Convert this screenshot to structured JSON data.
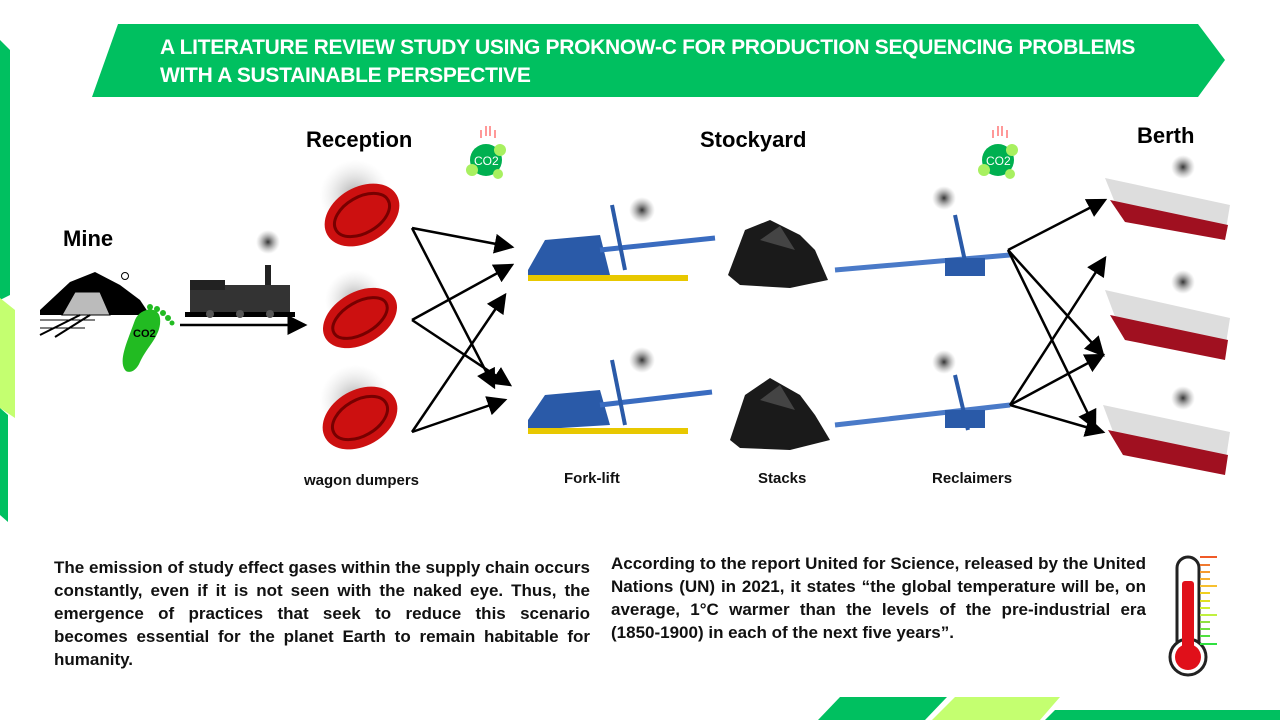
{
  "title": {
    "line1": "A LITERATURE REVIEW STUDY USING PROKNOW-C FOR PRODUCTION SEQUENCING PROBLEMS",
    "line2": "WITH A SUSTAINABLE PERSPECTIVE"
  },
  "stages": {
    "mine": "Mine",
    "reception": "Reception",
    "stockyard": "Stockyard",
    "berth": "Berth"
  },
  "captions": {
    "wagon_dumpers": "wagon dumpers",
    "fork_lift": "Fork-lift",
    "stacks": "Stacks",
    "reclaimers": "Reclaimers"
  },
  "co2_label": "CO2",
  "footprint_label": "CO2",
  "paragraphs": {
    "left": "The emission of study effect gases within the supply chain occurs constantly, even if it is not seen with the naked eye. Thus, the emergence of practices that seek to reduce this scenario becomes essential for the planet Earth to remain habitable for humanity.",
    "right": "According to the report United for Science, released by the United Nations (UN) in 2021, it states “the global temperature will be, on average, 1°C warmer than the levels of the pre-industrial era (1850-1900) in each of the next five years”."
  },
  "colors": {
    "green": "#00c060",
    "light_green": "#c4ff70",
    "red": "#e0101a"
  }
}
